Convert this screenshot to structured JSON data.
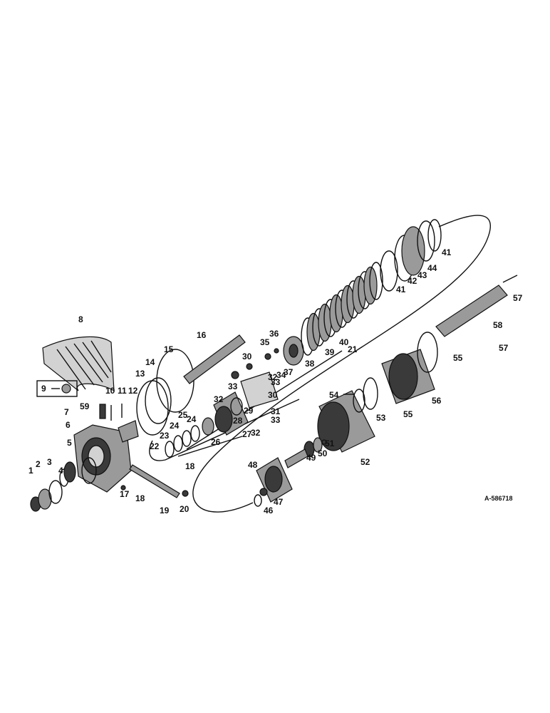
{
  "drawing_code": "A-586718",
  "callouts": [
    "1",
    "2",
    "3",
    "4",
    "5",
    "6",
    "7",
    "8",
    "9",
    "10",
    "11",
    "12",
    "13",
    "14",
    "15",
    "16",
    "17",
    "18",
    "19",
    "20",
    "21",
    "22",
    "23",
    "24",
    "25",
    "26",
    "27",
    "28",
    "29",
    "30",
    "31",
    "32",
    "33",
    "34",
    "35",
    "36",
    "37",
    "38",
    "39",
    "40",
    "41",
    "42",
    "43",
    "44",
    "46",
    "47",
    "48",
    "49",
    "50",
    "51",
    "52",
    "53",
    "54",
    "55",
    "56",
    "57",
    "58",
    "59"
  ]
}
